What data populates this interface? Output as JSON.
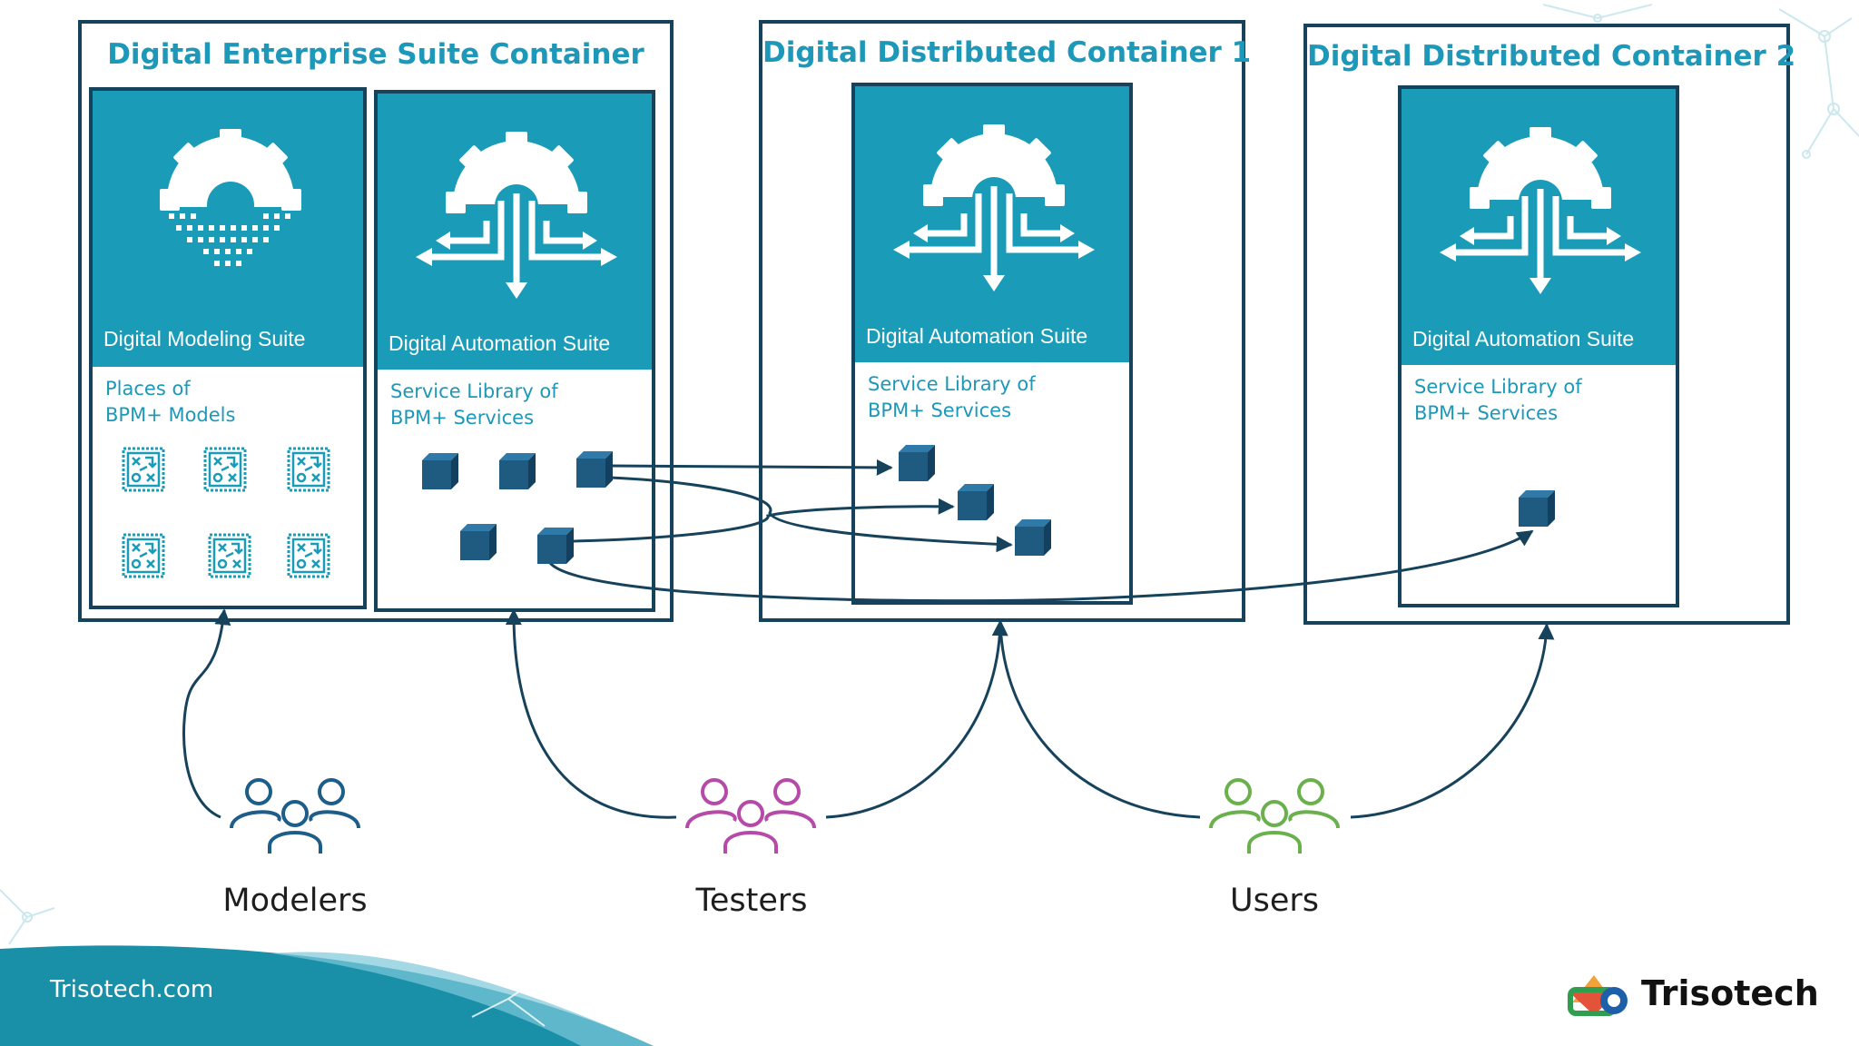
{
  "containers": [
    {
      "title": "Digital Enterprise Suite Container"
    },
    {
      "title": "Digital Distributed Container 1"
    },
    {
      "title": "Digital Distributed Container 2"
    }
  ],
  "panels": [
    {
      "label": "Digital Modeling Suite",
      "desc_line1": "Places of",
      "desc_line2": "BPM+ Models"
    },
    {
      "label": "Digital Automation Suite",
      "desc_line1": "Service Library of",
      "desc_line2": "BPM+ Services"
    },
    {
      "label": "Digital Automation Suite",
      "desc_line1": "Service Library of",
      "desc_line2": "BPM+ Services"
    },
    {
      "label": "Digital Automation Suite",
      "desc_line1": "Service Library of",
      "desc_line2": "BPM+ Services"
    }
  ],
  "groups": [
    {
      "label": "Modelers",
      "color": "#1d5d8a"
    },
    {
      "label": "Testers",
      "color": "#b64aa8"
    },
    {
      "label": "Users",
      "color": "#6ab04c"
    }
  ],
  "footer": {
    "site": "Trisotech.com",
    "brand": "Trisotech"
  },
  "colors": {
    "teal": "#1a9cb9",
    "navy": "#17425c",
    "cube": "#1f5a80",
    "title": "#1d98b8"
  }
}
